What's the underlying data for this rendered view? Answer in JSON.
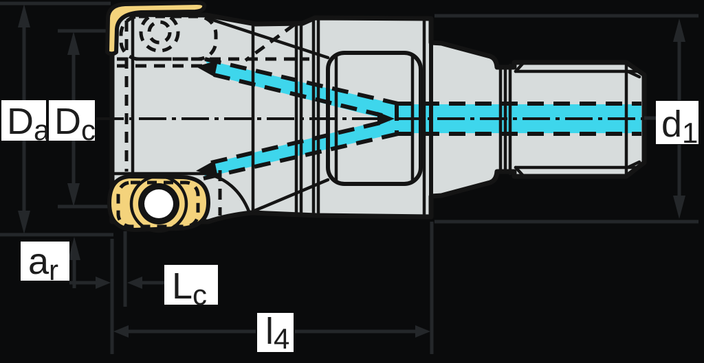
{
  "diagram": {
    "description": "Technical dimension drawing of an indexable-insert screw-in milling cutter with internal coolant channels",
    "labels": {
      "Da": {
        "main": "D",
        "sub": "a"
      },
      "Dc": {
        "main": "D",
        "sub": "c"
      },
      "ar": {
        "main": "a",
        "sub": "r"
      },
      "Lc": {
        "main": "L",
        "sub": "c"
      },
      "l4": {
        "main": "l",
        "sub": "4"
      },
      "d1": {
        "main": "d",
        "sub": "1"
      }
    }
  },
  "colors": {
    "background": "#0a0b0c",
    "body": "#d7dcdc",
    "outline": "#141414",
    "insert": "#f4d37c",
    "coolant": "#3ed6ec",
    "dimension": "#24272a",
    "label_bg": "#ffffff",
    "label_text": "#1d1d1d"
  }
}
